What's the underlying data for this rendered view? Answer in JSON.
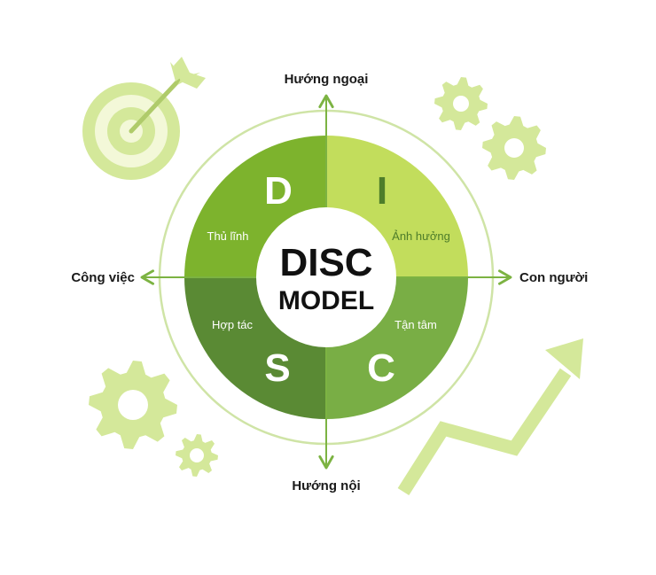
{
  "axes": {
    "top": "Hướng ngoại",
    "bottom": "Hướng nội",
    "left": "Công việc",
    "right": "Con người"
  },
  "center": {
    "line1": "DISC",
    "line2": "MODEL"
  },
  "quadrants": {
    "d": {
      "letter": "D",
      "label": "Thủ lĩnh",
      "color": "#7DB32D"
    },
    "i": {
      "letter": "I",
      "label": "Ảnh hưởng",
      "color": "#C2DD5C"
    },
    "s": {
      "letter": "S",
      "label": "Hợp tác",
      "color": "#5A8A34"
    },
    "c": {
      "letter": "C",
      "label": "Tận tâm",
      "color": "#79AE45"
    }
  },
  "colors": {
    "axis": "#7CB342",
    "ring": "#CFE4A6",
    "decor": "#D4E89A",
    "letter_dark": "#4E7D2A"
  },
  "decor_icons": [
    "target-icon",
    "gear-icon",
    "trend-arrow-icon"
  ]
}
